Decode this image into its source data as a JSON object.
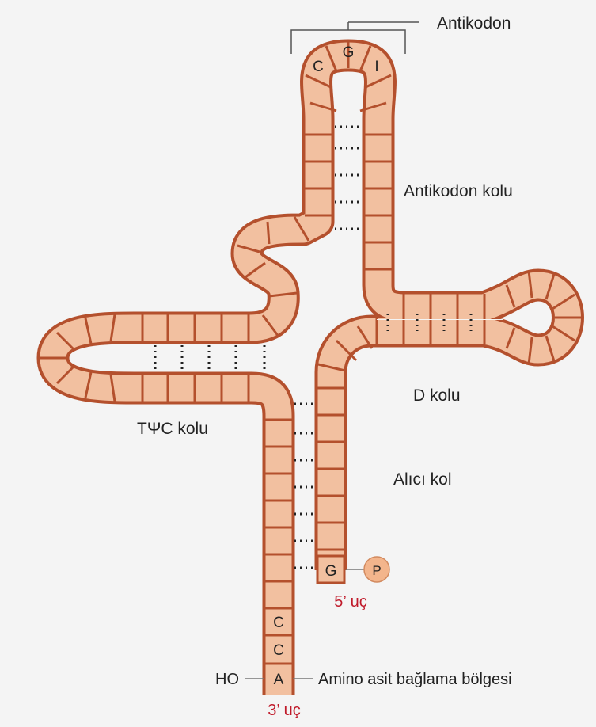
{
  "labels": {
    "anticodon": "Antikodon",
    "anticodon_arm": "Antikodon kolu",
    "d_arm": "D kolu",
    "tpsic_arm": "TΨC kolu",
    "acceptor_arm": "Alıcı kol",
    "five_prime": "5’ uç",
    "three_prime": "3’ uç",
    "amino_site": "Amino asit bağlama bölgesi",
    "ho": "HO"
  },
  "bases": {
    "anticodon": [
      "C",
      "G",
      "I"
    ],
    "three_prime_tail": [
      "C",
      "C",
      "A"
    ],
    "five_prime_base": "G",
    "phosphate": "P"
  },
  "colors": {
    "strand_fill": "#f2c0a0",
    "strand_outline": "#b4502d",
    "end_label": "#c01a2a",
    "phosphate_fill": "#f3b58c"
  }
}
